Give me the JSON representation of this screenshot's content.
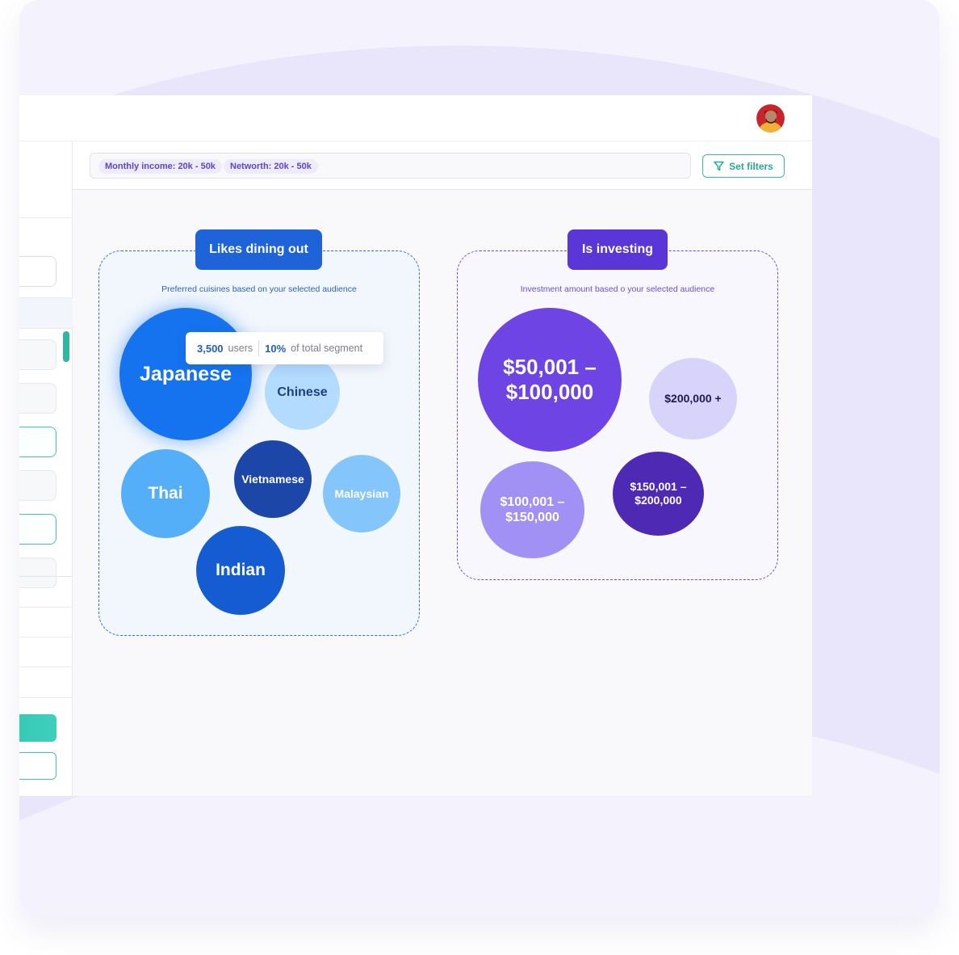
{
  "filters": {
    "chips": [
      "Monthly income: 20k - 50k",
      "Networth: 20k - 50k"
    ],
    "set_filters_label": "Set filters"
  },
  "dining_panel": {
    "title": "Likes dining out",
    "subtitle": "Preferred cuisines based on your selected audience",
    "bubbles": [
      "Japanese",
      "Chinese",
      "Thai",
      "Vietnamese",
      "Malaysian",
      "Indian"
    ],
    "tooltip": {
      "users_value": "3,500",
      "users_label": "users",
      "percent_value": "10%",
      "percent_label": "of total segment"
    }
  },
  "invest_panel": {
    "title": "Is investing",
    "subtitle": "Investment amount based o your selected audience",
    "bubbles": [
      "$50,001 – $100,000",
      "$200,000 +",
      "$100,001 – $150,000",
      "$150,001 – $200,000"
    ]
  },
  "colors": {
    "dining_accent": "#1e64d8",
    "invest_accent": "#5a36d9",
    "teal": "#36bba7"
  },
  "icons": {
    "filter": "filter-funnel-icon",
    "avatar": "user-avatar"
  }
}
